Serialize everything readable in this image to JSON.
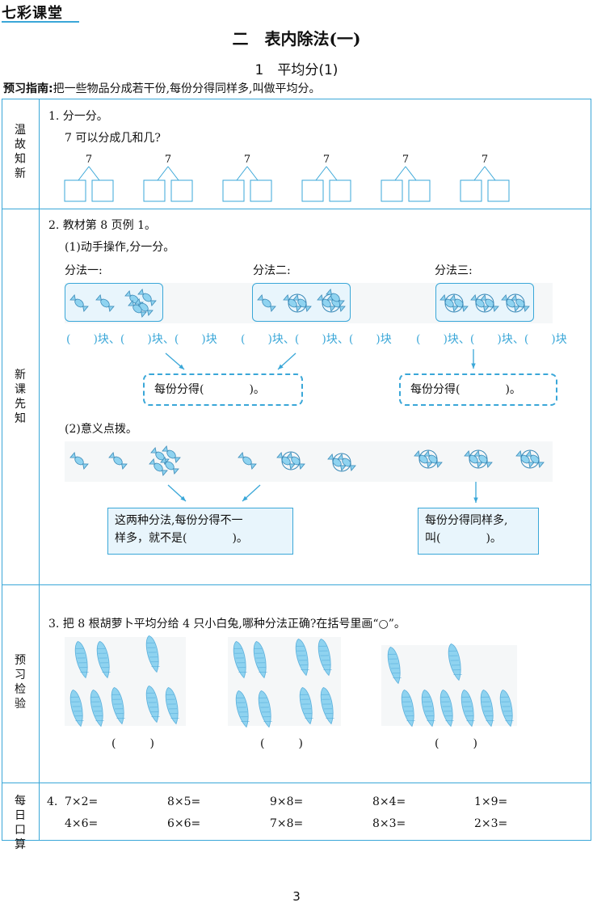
{
  "header": {
    "logo": "七彩课堂"
  },
  "chapter_title": "二　表内除法(一)",
  "lesson_title": "1　平均分(1)",
  "guide": {
    "label": "预习指南:",
    "text": "把一些物品分成若干份,每份分得同样多,叫做平均分。"
  },
  "sections": {
    "review": {
      "label": "温故知新",
      "q1": "1. 分一分。",
      "q1_sub": "7 可以分成几和几?",
      "tree_number": "7"
    },
    "new": {
      "label": "新课先知",
      "q2": "2. 教材第 8 页例 1。",
      "step1": "(1)动手操作,分一分。",
      "methods": [
        "分法一:",
        "分法二:",
        "分法三:"
      ],
      "fill_row": "(　　)块、(　　)块、(　　)块",
      "each_gets": "每份分得(　　　　)。",
      "step2": "(2)意义点拨。",
      "note_left_1": "这两种分法,每份分得不一",
      "note_left_2": "样多，就不是(　　　　)。",
      "note_right_1": "每份分得同样多,",
      "note_right_2": "叫(　　　　)。"
    },
    "check": {
      "label": "预习检验",
      "q3": "3. 把 8 根胡萝卜平均分给 4 只小白兔,哪种分法正确?在括号里画“○”。",
      "answer_blank": "(　　　)"
    },
    "oral": {
      "label": "每日口算",
      "q4": "4.",
      "row1": [
        "7×2=",
        "8×5=",
        "9×8=",
        "8×4=",
        "1×9="
      ],
      "row2": [
        "4×6=",
        "6×6=",
        "7×8=",
        "8×3=",
        "2×3="
      ]
    }
  },
  "page_number": "3",
  "colors": {
    "accent": "#3aa7d8",
    "fill": "#e8f5fc",
    "candy": "#8fd3f0"
  }
}
